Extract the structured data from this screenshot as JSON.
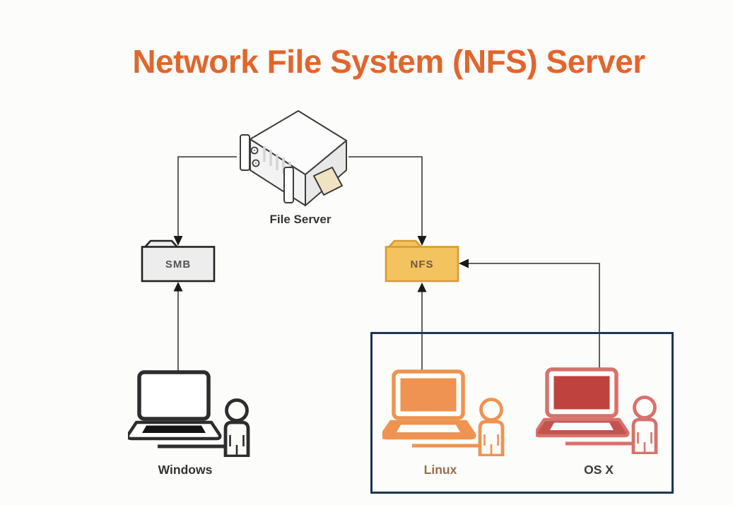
{
  "title": {
    "text": "Network File System (NFS) Server",
    "color": "#e0662d"
  },
  "server": {
    "label": "File Server",
    "icon": "file-server-icon"
  },
  "shares": [
    {
      "label": "SMB",
      "icon": "folder-icon",
      "fill": "#ededed",
      "border": "#232323"
    },
    {
      "label": "NFS",
      "icon": "folder-icon",
      "fill": "#f3c35f",
      "border": "#d89b33"
    }
  ],
  "clients": [
    {
      "label": "Windows",
      "icon": "laptop-user-icon",
      "color": "#2d2d2d"
    },
    {
      "label": "Linux",
      "icon": "laptop-user-icon",
      "color": "#ee9351"
    },
    {
      "label": "OS X",
      "icon": "laptop-user-icon",
      "color": "#d5726b",
      "screen_color": "#bf423e"
    }
  ],
  "group_box": {
    "border_color": "#1d3553",
    "members": [
      "Linux",
      "OS X"
    ]
  },
  "connections": [
    {
      "from": "File Server",
      "to": "SMB"
    },
    {
      "from": "File Server",
      "to": "NFS"
    },
    {
      "from": "Windows",
      "to": "SMB"
    },
    {
      "from": "Linux",
      "to": "NFS"
    },
    {
      "from": "OS X",
      "to": "NFS"
    }
  ],
  "line_color": "#4f4f4f"
}
